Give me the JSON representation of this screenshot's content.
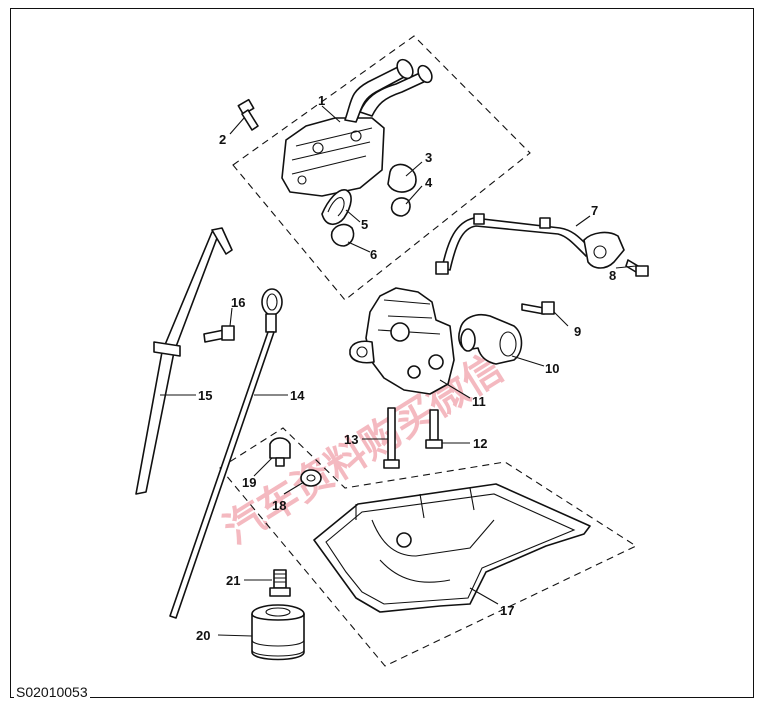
{
  "reference": "S02010053",
  "watermark": "汽车资料购买微信",
  "colors": {
    "line": "#111111",
    "background": "#ffffff",
    "watermark": "#e03a4e"
  },
  "callouts": [
    {
      "id": "c1",
      "label": "1"
    },
    {
      "id": "c2",
      "label": "2"
    },
    {
      "id": "c3",
      "label": "3"
    },
    {
      "id": "c4",
      "label": "4"
    },
    {
      "id": "c5",
      "label": "5"
    },
    {
      "id": "c6",
      "label": "6"
    },
    {
      "id": "c7",
      "label": "7"
    },
    {
      "id": "c8",
      "label": "8"
    },
    {
      "id": "c9",
      "label": "9"
    },
    {
      "id": "c10",
      "label": "10"
    },
    {
      "id": "c11",
      "label": "11"
    },
    {
      "id": "c12",
      "label": "12"
    },
    {
      "id": "c13",
      "label": "13"
    },
    {
      "id": "c14",
      "label": "14"
    },
    {
      "id": "c15",
      "label": "15"
    },
    {
      "id": "c16",
      "label": "16"
    },
    {
      "id": "c17",
      "label": "17"
    },
    {
      "id": "c18",
      "label": "18"
    },
    {
      "id": "c19",
      "label": "19"
    },
    {
      "id": "c20",
      "label": "20"
    },
    {
      "id": "c21",
      "label": "21"
    }
  ]
}
